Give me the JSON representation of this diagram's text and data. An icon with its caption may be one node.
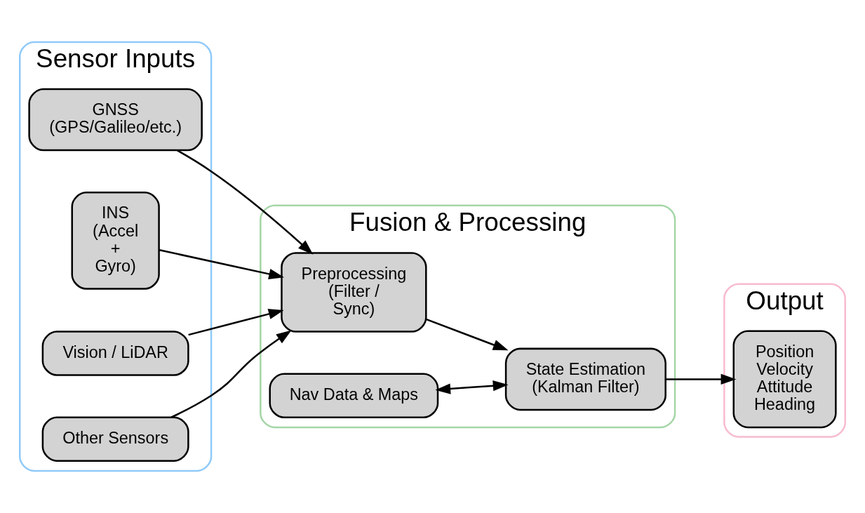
{
  "diagram": {
    "nodes": [
      {
        "text": [
          "Sensor Inputs"
        ]
      },
      {
        "text": [
          "GNSS (GPS/Galileo/etc.)"
        ],
        "in": 0
      },
      {
        "text": [
          "INS (Accel + Gyro)"
        ],
        "in": 0
      },
      {
        "text": [
          "Vision / LiDAR"
        ],
        "in": 0
      },
      {
        "text": [
          "Other Sensors"
        ],
        "in": 0
      },
      {
        "text": [
          "Fusion & Processing"
        ]
      },
      {
        "text": [
          "Preprocessing (Filter / Sync)"
        ],
        "in": 5
      },
      {
        "text": [
          "Nav Data & Maps"
        ],
        "in": 5
      },
      {
        "text": [
          "State Estimation (Kalman Filter)"
        ],
        "in": 5
      },
      {
        "text": [
          "Output"
        ]
      },
      {
        "text": [
          "Position Velocity Attitude Heading"
        ],
        "in": 9
      }
    ],
    "edges": [
      {
        "from": 1,
        "to": 6,
        "arrow": "to"
      },
      {
        "from": 2,
        "to": 6,
        "arrow": "to"
      },
      {
        "from": 3,
        "to": 6,
        "arrow": "to"
      },
      {
        "from": 4,
        "to": 6,
        "arrow": "to"
      },
      {
        "from": 6,
        "to": 8,
        "arrow": "to"
      },
      {
        "from": 7,
        "to": 8,
        "arrow": "both"
      },
      {
        "from": 8,
        "to": 10,
        "arrow": "to"
      }
    ]
  }
}
